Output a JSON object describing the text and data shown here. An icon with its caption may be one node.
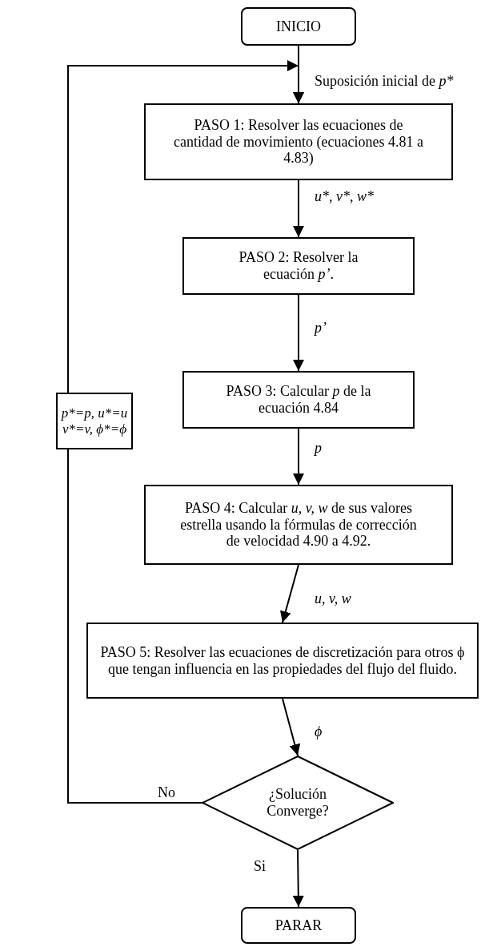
{
  "diagram": {
    "nodes": [
      {
        "text": [
          "INICIO"
        ]
      },
      {
        "text": [
          "PASO 1: Resolver las ecuaciones de cantidad de movimiento (ecuaciones 4.81 a 4.83)"
        ]
      },
      {
        "text": [
          "PASO 2: Resolver la ecuación *p’*."
        ]
      },
      {
        "text": [
          "PASO 3: Calcular *p* de la ecuación 4.84"
        ]
      },
      {
        "text": [
          "PASO 4: Calcular *u, v, w*  de sus valores estrella usando la fórmulas de corrección de velocidad 4.90 a 4.92."
        ]
      },
      {
        "text": [
          "PASO 5: Resolver las ecuaciones de discretización para otros ϕ que tengan influencia en las propiedades del flujo del fluido."
        ]
      },
      {
        "text": [
          "¿Solución Converge?"
        ]
      },
      {
        "text": [
          "PARAR"
        ]
      },
      {
        "text": [
          "p*=p, u*=u v*=v, ϕ*=ϕ"
        ]
      }
    ],
    "edges": [
      {
        "from": 0,
        "to": 1,
        "arrow": "to",
        "label": "Suposición inicial de p*"
      },
      {
        "from": 1,
        "to": 2,
        "arrow": "to",
        "label": "u*, v*, w*"
      },
      {
        "from": 2,
        "to": 3,
        "arrow": "to",
        "label": "p’"
      },
      {
        "from": 3,
        "to": 4,
        "arrow": "to",
        "label": "p"
      },
      {
        "from": 4,
        "to": 5,
        "arrow": "to",
        "label": "u, v, w"
      },
      {
        "from": 5,
        "to": 6,
        "arrow": "to",
        "label": "ϕ"
      },
      {
        "from": 6,
        "to": 7,
        "arrow": "to",
        "label": "Si"
      },
      {
        "from": 6,
        "to": 8,
        "arrow": "none",
        "label": "No"
      },
      {
        "from": 8,
        "to": 1,
        "arrow": "to"
      }
    ]
  }
}
